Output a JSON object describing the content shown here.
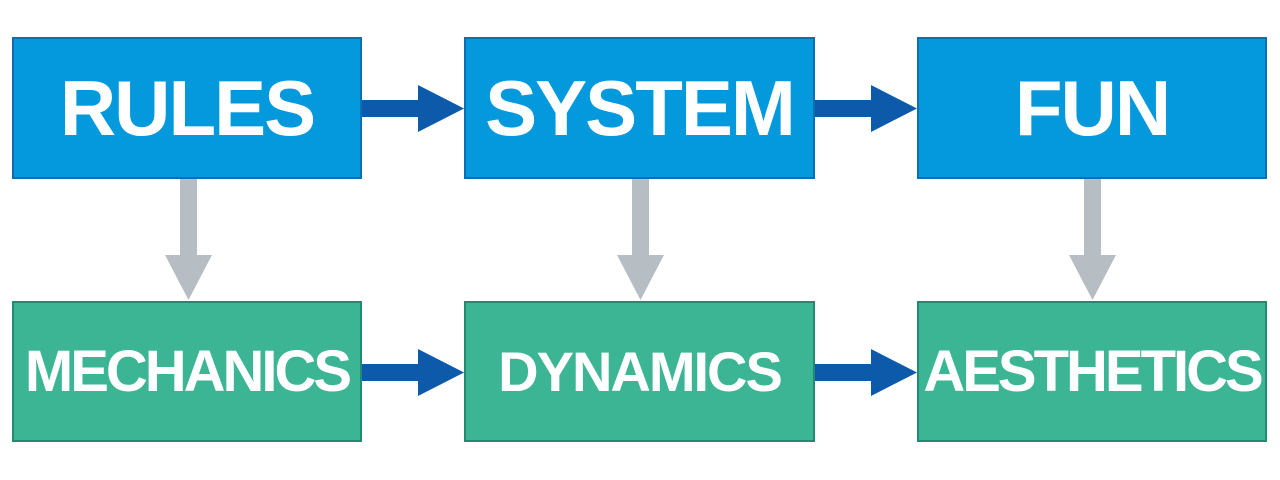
{
  "diagram": {
    "top_row": [
      {
        "label": "RULES"
      },
      {
        "label": "SYSTEM"
      },
      {
        "label": "FUN"
      }
    ],
    "bottom_row": [
      {
        "label": "MECHANICS"
      },
      {
        "label": "DYNAMICS"
      },
      {
        "label": "AESTHETICS"
      }
    ]
  },
  "colors": {
    "top_box_fill": "#0399dc",
    "top_box_border": "#0d6fb1",
    "bottom_box_fill": "#3cb595",
    "bottom_box_border": "#218a72",
    "horizontal_arrow": "#0d5aab",
    "vertical_arrow": "#b6bec4",
    "text": "#ffffff"
  }
}
